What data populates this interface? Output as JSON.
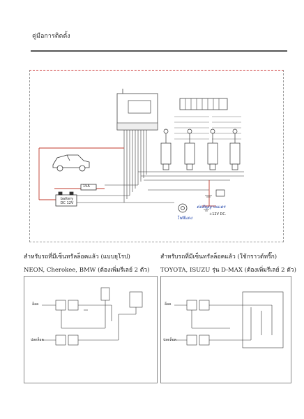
{
  "page": {
    "title": "คู่มือการติดตั้ง"
  },
  "main_diagram": {
    "battery_label_1": "battery",
    "battery_label_2": "DC 12V",
    "fuse_label": "15A",
    "handwritten_note": "ต่อสัญญาณแตร",
    "horn_label": "ไฟสีแดง",
    "power_label": "+12V DC."
  },
  "left_section": {
    "title": "สำหรับรถที่มีเซ็นทรัลล็อคแล้ว (แบบยุโรป)",
    "subtitle": "NEON, Cherokee, BMW (ต้องเพิ่มรีเลย์ 2 ตัว)",
    "relay_label_1": "ล็อค",
    "relay_label_2": "ปลดล็อค"
  },
  "right_section": {
    "title": "สำหรับรถที่มีเซ็นทรัลล็อคแล้ว (ใช้กราวด์ทริ๊ก)",
    "subtitle": "TOYOTA, ISUZU รุ่น D-MAX (ต้องเพิ่มรีเลย์ 2 ตัว)",
    "relay_label_1": "ล็อค",
    "relay_label_2": "ปลดล็อค"
  }
}
